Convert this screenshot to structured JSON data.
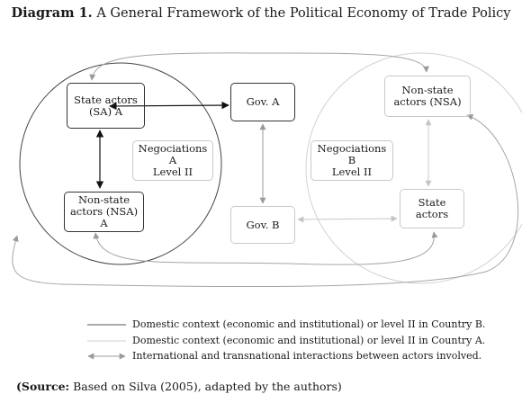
{
  "title": {
    "bold": "Diagram 1.",
    "rest": " A General Framework of the Political Economy of Trade Policy"
  },
  "nodes": {
    "state_actors_a": {
      "line1": "State actors",
      "line2": "(SA) A"
    },
    "negociations_a": {
      "line1": "Negociations",
      "line2": "A",
      "line3": "Level II"
    },
    "nsa_a": {
      "line1": "Non-state",
      "line2": "actors (NSA)",
      "line3": "A"
    },
    "gov_a": {
      "label": "Gov. A"
    },
    "gov_b": {
      "label": "Gov. B"
    },
    "nsa_b": {
      "line1": "Non-state",
      "line2": "actors (NSA)"
    },
    "negociations_b": {
      "line1": "Negociations",
      "line2": "B",
      "line3": "Level II"
    },
    "state_actors_b": {
      "label": "State actors"
    }
  },
  "legend": [
    {
      "text": "Domestic context (economic and institutional) or level II in Country B.",
      "color": "#555555"
    },
    {
      "text": "Domestic context (economic and institutional) or level II in Country A.",
      "color": "#cccccc"
    },
    {
      "text": "International and transnational interactions between actors involved.",
      "color": "#a8a8a8"
    }
  ],
  "source": {
    "bold": "(Source:",
    "rest": " Based on Silva (2005), adapted by the authors)"
  }
}
